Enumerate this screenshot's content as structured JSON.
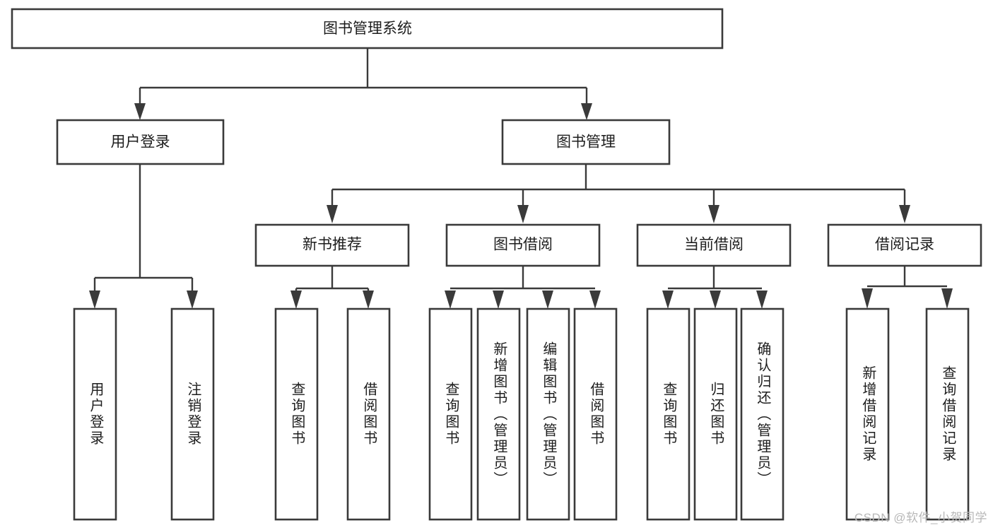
{
  "diagram": {
    "type": "tree-hierarchy",
    "title": "图书管理系统",
    "root": {
      "label": "图书管理系统",
      "level": 1
    },
    "level2": [
      {
        "label": "用户登录"
      },
      {
        "label": "图书管理"
      }
    ],
    "level3": [
      {
        "label": "新书推荐"
      },
      {
        "label": "图书借阅"
      },
      {
        "label": "当前借阅"
      },
      {
        "label": "借阅记录"
      }
    ],
    "leaves": {
      "user_login": [
        {
          "label": "用户登录"
        },
        {
          "label": "注销登录"
        }
      ],
      "new_book_recommend": [
        {
          "label": "查询图书"
        },
        {
          "label": "借阅图书"
        }
      ],
      "book_borrow": [
        {
          "label": "查询图书"
        },
        {
          "label": "新增图书（管理员）"
        },
        {
          "label": "编辑图书（管理员）"
        },
        {
          "label": "借阅图书"
        }
      ],
      "current_borrow": [
        {
          "label": "查询图书"
        },
        {
          "label": "归还图书"
        },
        {
          "label": "确认归还（管理员）"
        }
      ],
      "borrow_records": [
        {
          "label": "新增借阅记录"
        },
        {
          "label": "查询借阅记录"
        }
      ]
    },
    "watermark": "CSDN @软件_小贺同学",
    "colors": {
      "background": "#ffffff",
      "box_fill": "#ffffff",
      "box_stroke": "#3a3a3a",
      "connector": "#3a3a3a",
      "text": "#1d1d1d",
      "watermark": "#b8b8b8"
    }
  }
}
